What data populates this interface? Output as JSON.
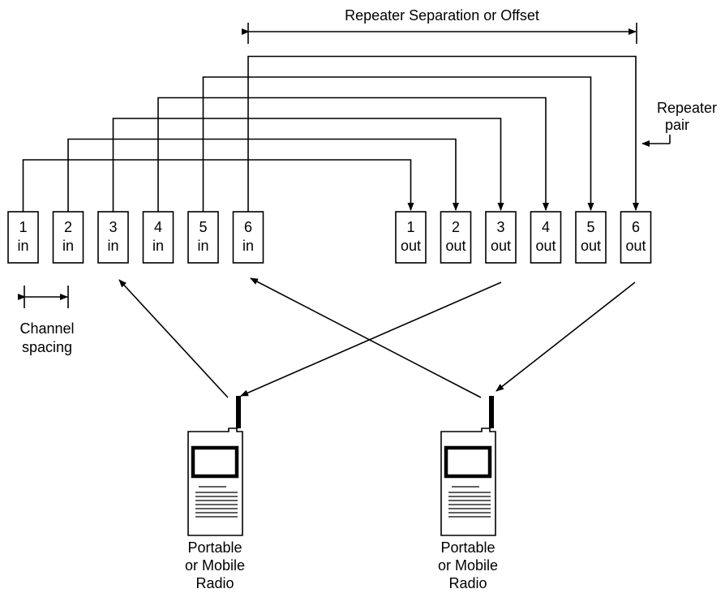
{
  "separation_label": "Repeater Separation or Offset",
  "repeater_pair_label": [
    "Repeater",
    "pair"
  ],
  "channel_spacing_label": [
    "Channel",
    "spacing"
  ],
  "channels": [
    {
      "number": "1",
      "in": "in",
      "out": "out"
    },
    {
      "number": "2",
      "in": "in",
      "out": "out"
    },
    {
      "number": "3",
      "in": "in",
      "out": "out"
    },
    {
      "number": "4",
      "in": "in",
      "out": "out"
    },
    {
      "number": "5",
      "in": "in",
      "out": "out"
    },
    {
      "number": "6",
      "in": "in",
      "out": "out"
    }
  ],
  "radios": [
    {
      "lines": [
        "Portable",
        "or Mobile",
        "Radio"
      ]
    },
    {
      "lines": [
        "Portable",
        "or Mobile",
        "Radio"
      ]
    }
  ]
}
